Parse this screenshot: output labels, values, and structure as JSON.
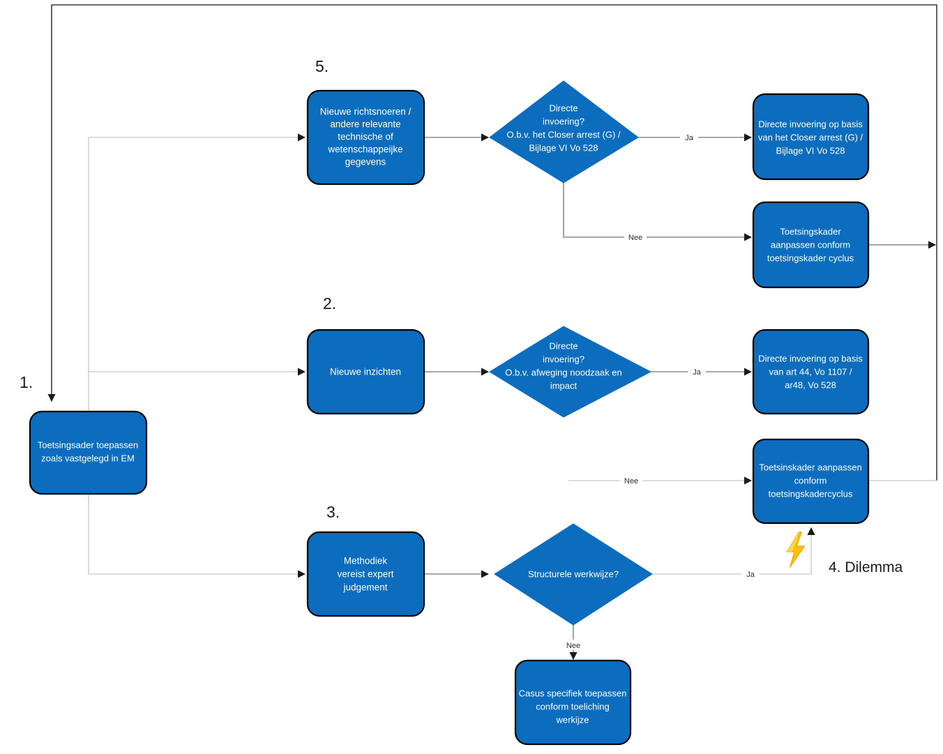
{
  "diagram": {
    "title": "Toetsingskader flowchart",
    "accent_color": "#0C6CBE",
    "connector_color": "#8a8a8a",
    "bolt_color": "#FFC000"
  },
  "step_labels": {
    "one": "1.",
    "two": "2.",
    "three": "3.",
    "five": "5.",
    "dilemma": "4. Dilemma"
  },
  "nodes": {
    "start": {
      "name": "start-box",
      "lines": [
        "Toetsingsader toepassen",
        "zoals vastgelegd in EM"
      ]
    },
    "trigger5": {
      "name": "trigger-new-guidelines",
      "lines": [
        "Nieuwe richtsnoeren /",
        "andere relevante",
        "technische of",
        "wetenschappeijke",
        "gegevens"
      ]
    },
    "decision5": {
      "name": "decision-direct-implementation-closer",
      "lines": [
        "Directe",
        "invoering?",
        "O.b.v. het Closer arrest (G) /",
        "Bijlage VI Vo 528"
      ]
    },
    "outcome5_yes": {
      "name": "outcome-direct-closer",
      "lines": [
        "Directe invoering op basis",
        "van het Closer arrest (G) /",
        "Bijlage VI Vo 528"
      ]
    },
    "outcome5_no": {
      "name": "outcome-adjust-framework-cycle",
      "lines": [
        "Toetsingskader",
        "aanpassen conform",
        "toetsingskader cyclus"
      ]
    },
    "trigger2": {
      "name": "trigger-new-insights",
      "lines": [
        "Nieuwe inzichten"
      ]
    },
    "decision2": {
      "name": "decision-direct-implementation-necessity",
      "lines": [
        "Directe",
        "invoering?",
        "O.b.v. afweging noodzaak en",
        "impact"
      ]
    },
    "outcome2_yes": {
      "name": "outcome-direct-art44",
      "lines": [
        "Directe invoering op basis",
        "van art 44, Vo 1107 /",
        "ar48, Vo 528"
      ]
    },
    "outcome2_no": {
      "name": "outcome-adjust-framework-cyclus",
      "lines": [
        "Toetsinskader aanpassen",
        "conform",
        "toetsingskadercyclus"
      ]
    },
    "trigger3": {
      "name": "trigger-expert-judgement",
      "lines": [
        "Methodiek",
        "vereist expert",
        "judgement"
      ]
    },
    "decision3": {
      "name": "decision-structural-method",
      "lines": [
        "Structurele werkwijze?"
      ]
    },
    "outcome3_no": {
      "name": "outcome-case-specific",
      "lines": [
        "Casus specifiek toepassen",
        "conform toeliching",
        "werkijze"
      ]
    }
  },
  "edge_labels": {
    "yes5": "Ja",
    "no5": "Nee",
    "yes2": "Ja",
    "no2": "Nee",
    "yes3": "Ja",
    "no3": "Nee"
  },
  "icons": {
    "bolt": "lightning-bolt-icon"
  }
}
